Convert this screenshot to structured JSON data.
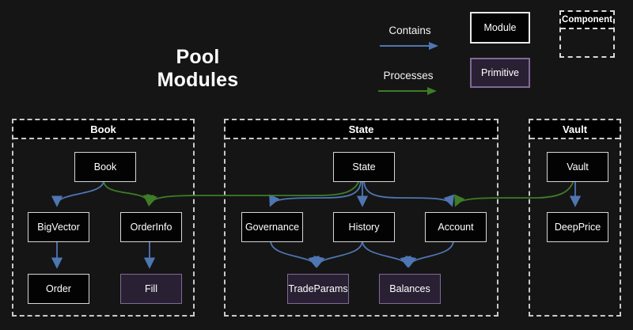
{
  "title": "Pool Modules",
  "legend": {
    "contains_label": "Contains",
    "processes_label": "Processes",
    "module_label": "Module",
    "primitive_label": "Primitive",
    "component_label": "Component"
  },
  "colors": {
    "background": "#151515",
    "contains_arrow": "#4e76b2",
    "processes_arrow": "#3e7c28",
    "module_fill": "#030303",
    "module_border": "#d6d6d6",
    "primitive_fill": "#2a2034",
    "primitive_border": "#7f6a96",
    "container_border": "#c9c9c9"
  },
  "containers": {
    "book": {
      "title": "Book",
      "nodes": {
        "book": {
          "label": "Book",
          "type": "module"
        },
        "bigvector": {
          "label": "BigVector",
          "type": "module"
        },
        "orderinfo": {
          "label": "OrderInfo",
          "type": "module"
        },
        "order": {
          "label": "Order",
          "type": "module"
        },
        "fill": {
          "label": "Fill",
          "type": "primitive"
        }
      }
    },
    "state": {
      "title": "State",
      "nodes": {
        "state": {
          "label": "State",
          "type": "module"
        },
        "governance": {
          "label": "Governance",
          "type": "module"
        },
        "history": {
          "label": "History",
          "type": "module"
        },
        "account": {
          "label": "Account",
          "type": "module"
        },
        "tradeparams": {
          "label": "TradeParams",
          "type": "primitive"
        },
        "balances": {
          "label": "Balances",
          "type": "primitive"
        }
      }
    },
    "vault": {
      "title": "Vault",
      "nodes": {
        "vault": {
          "label": "Vault",
          "type": "module"
        },
        "deepprice": {
          "label": "DeepPrice",
          "type": "module"
        }
      }
    }
  },
  "edges": {
    "contains": [
      {
        "from": "Book",
        "to": "BigVector"
      },
      {
        "from": "BigVector",
        "to": "Order"
      },
      {
        "from": "OrderInfo",
        "to": "Fill"
      },
      {
        "from": "State",
        "to": "Governance"
      },
      {
        "from": "State",
        "to": "History"
      },
      {
        "from": "State",
        "to": "Account"
      },
      {
        "from": "Governance",
        "to": "TradeParams"
      },
      {
        "from": "History",
        "to": "TradeParams"
      },
      {
        "from": "History",
        "to": "Balances"
      },
      {
        "from": "Account",
        "to": "Balances"
      },
      {
        "from": "Vault",
        "to": "DeepPrice"
      }
    ],
    "processes": [
      {
        "from": "Book",
        "to": "OrderInfo"
      },
      {
        "from": "State",
        "to": "OrderInfo"
      },
      {
        "from": "Vault",
        "to": "Account"
      }
    ]
  }
}
